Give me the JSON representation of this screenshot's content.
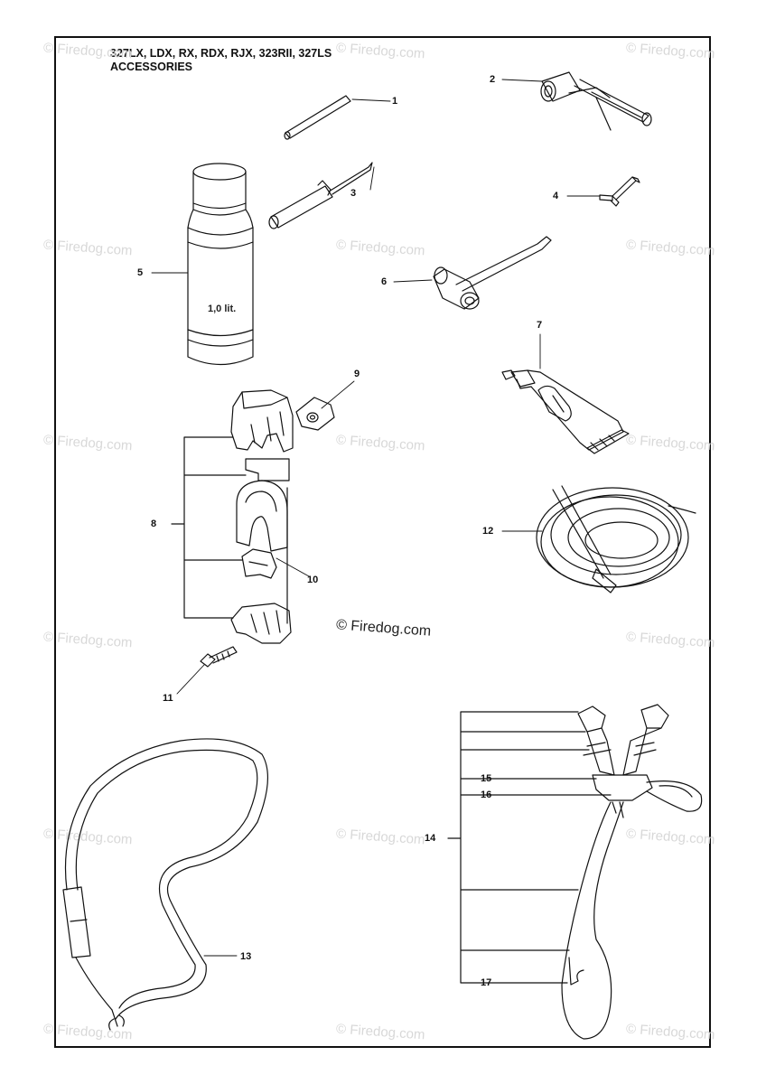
{
  "title": {
    "models": "327LX, LDX, RX, RDX, RJX, 323RII, 327LS",
    "section": "ACCESSORIES"
  },
  "bottle_label": "1,0 lit.",
  "watermark": {
    "text": "© Firedog.com",
    "center_text": "© Firedog.com"
  },
  "callouts": [
    "1",
    "2",
    "3",
    "4",
    "5",
    "6",
    "7",
    "8",
    "9",
    "10",
    "11",
    "12",
    "13",
    "14",
    "15",
    "16",
    "17"
  ],
  "colors": {
    "line": "#111111",
    "watermark": "#d8d8d8"
  }
}
